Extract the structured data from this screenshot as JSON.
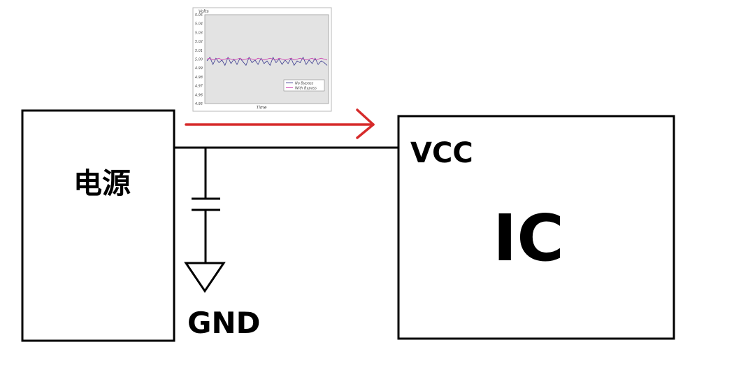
{
  "power_block": {
    "label": "电源"
  },
  "ic_block": {
    "pin_label": "VCC",
    "label": "IC"
  },
  "ground": {
    "label": "GND"
  },
  "arrow": {
    "color": "#d62b2b"
  },
  "inset_chart": {
    "y_axis_title": "Volts",
    "x_axis_title": "Time",
    "y_ticks": [
      "5.05",
      "5.04",
      "5.03",
      "5.02",
      "5.01",
      "5.00",
      "4.99",
      "4.98",
      "4.97",
      "4.96",
      "4.95"
    ],
    "legend": [
      {
        "label": "No Bypass",
        "color": "#3b3b8f"
      },
      {
        "label": "With Bypass",
        "color": "#cc3fb0"
      }
    ]
  },
  "chart_data": {
    "type": "line",
    "title": "",
    "xlabel": "Time",
    "ylabel": "Volts",
    "ylim": [
      4.95,
      5.05
    ],
    "grid": false,
    "legend_position": "bottom-right",
    "series": [
      {
        "name": "No Bypass",
        "color": "#3b3b8f",
        "values": [
          4.998,
          5.002,
          4.994,
          5.001,
          4.996,
          4.999,
          4.993,
          5.002,
          4.995,
          5.0,
          4.994,
          5.001,
          4.997,
          4.993,
          5.002,
          4.996,
          4.999,
          4.994,
          5.001,
          4.995,
          4.998,
          4.993,
          5.002,
          4.996,
          5.0,
          4.994,
          4.999,
          4.995,
          5.001,
          4.993,
          4.998,
          4.996,
          5.002,
          4.994,
          4.999,
          4.995,
          5.001,
          4.994,
          4.998,
          4.996,
          4.993
        ]
      },
      {
        "name": "With Bypass",
        "color": "#cc3fb0",
        "values": [
          5.0,
          5.001,
          4.999,
          5.0,
          5.001,
          4.999,
          5.0,
          5.001,
          5.0,
          4.999,
          5.0,
          5.001,
          4.999,
          5.0,
          5.001,
          5.0,
          4.999,
          5.001,
          5.0,
          4.999,
          5.0,
          5.001,
          5.0,
          4.999,
          5.001,
          5.0,
          4.999,
          5.0,
          5.001,
          4.999,
          5.0,
          5.001,
          5.0,
          4.999,
          5.0,
          5.001,
          4.999,
          5.0,
          5.001,
          5.0,
          4.999
        ]
      }
    ]
  }
}
